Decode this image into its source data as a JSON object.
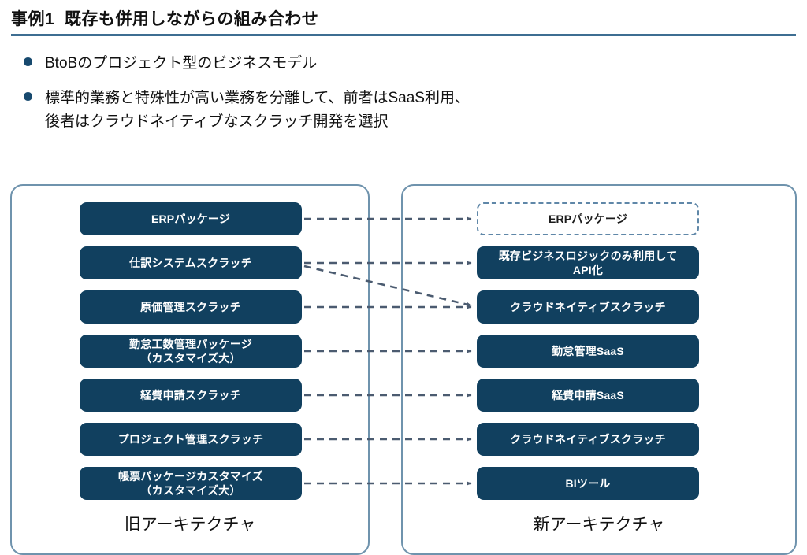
{
  "slide": {
    "title": "事例1  既存も併用しながらの組み合わせ",
    "rule_color": "#3e6e92"
  },
  "bullets": [
    {
      "text": "BtoBのプロジェクト型のビジネスモデル"
    },
    {
      "text": "標準的業務と特殊性が高い業務を分離して、前者はSaaS利用、\n後者はクラウドネイティブなスクラッチ開発を選択"
    }
  ],
  "theme": {
    "navy": "#11405f",
    "panel_border": "#6f93ad",
    "arrow": "#4b5b70",
    "bullet": "#17496e",
    "dashed_box_border": "#5f87a8"
  },
  "diagram": {
    "left_panel": {
      "caption": "旧アーキテクチャ",
      "nodes": [
        {
          "label": "ERPパッケージ",
          "style": "filled"
        },
        {
          "label": "仕訳システムスクラッチ",
          "style": "filled"
        },
        {
          "label": "原価管理スクラッチ",
          "style": "filled"
        },
        {
          "label": "勤怠工数管理パッケージ\n（カスタマイズ大）",
          "style": "filled"
        },
        {
          "label": "経費申請スクラッチ",
          "style": "filled"
        },
        {
          "label": "プロジェクト管理スクラッチ",
          "style": "filled"
        },
        {
          "label": "帳票パッケージカスタマイズ\n（カスタマイズ大）",
          "style": "filled"
        }
      ]
    },
    "right_panel": {
      "caption": "新アーキテクチャ",
      "nodes": [
        {
          "label": "ERPパッケージ",
          "style": "outline"
        },
        {
          "label": "既存ビジネスロジックのみ利用して\nAPI化",
          "style": "filled"
        },
        {
          "label": "クラウドネイティブスクラッチ",
          "style": "filled"
        },
        {
          "label": "勤怠管理SaaS",
          "style": "filled"
        },
        {
          "label": "経費申請SaaS",
          "style": "filled"
        },
        {
          "label": "クラウドネイティブスクラッチ",
          "style": "filled"
        },
        {
          "label": "BIツール",
          "style": "filled"
        }
      ]
    },
    "connections": [
      {
        "from": 0,
        "to": 0,
        "kind": "straight"
      },
      {
        "from": 1,
        "to": 1,
        "kind": "straight"
      },
      {
        "from": 1,
        "to": 2,
        "kind": "diagonal"
      },
      {
        "from": 2,
        "to": 2,
        "kind": "straight"
      },
      {
        "from": 3,
        "to": 3,
        "kind": "straight"
      },
      {
        "from": 4,
        "to": 4,
        "kind": "straight"
      },
      {
        "from": 5,
        "to": 5,
        "kind": "straight"
      },
      {
        "from": 6,
        "to": 6,
        "kind": "straight"
      }
    ]
  }
}
